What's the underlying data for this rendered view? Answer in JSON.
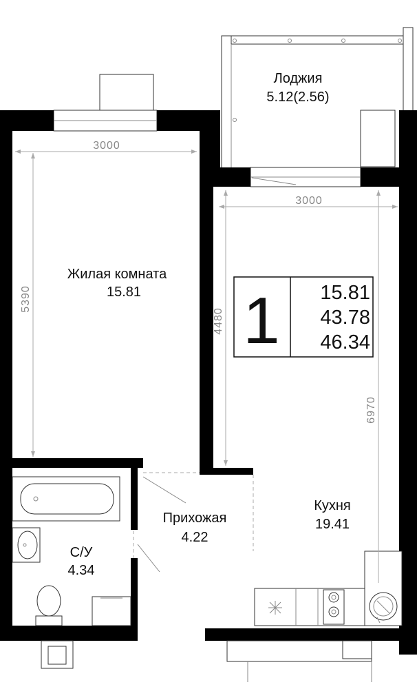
{
  "rooms": {
    "loggia": {
      "name": "Лоджия",
      "area": "5.12(2.56)"
    },
    "living": {
      "name": "Жилая комната",
      "area": "15.81"
    },
    "kitchen": {
      "name": "Кухня",
      "area": "19.41"
    },
    "hall": {
      "name": "Прихожая",
      "area": "4.22"
    },
    "bathroom": {
      "name": "С/У",
      "area": "4.34"
    }
  },
  "dimensions": {
    "living_width": "3000",
    "kitchen_width": "3000",
    "living_length": "5390",
    "kitchen_upper": "4480",
    "kitchen_length": "6970"
  },
  "summary": {
    "rooms_count": "1",
    "living_area": "15.81",
    "total_area": "43.78",
    "total_with_loggia": "46.34"
  },
  "colors": {
    "wall": "#000000",
    "dimension": "#888888",
    "background": "#ffffff"
  }
}
